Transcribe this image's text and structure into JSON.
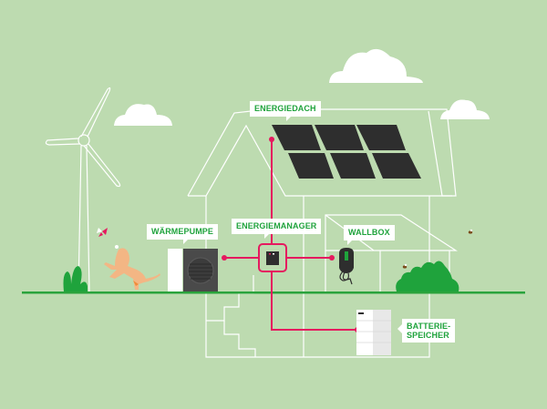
{
  "title": "Energy home system diagram",
  "colors": {
    "background": "#bddbb0",
    "outline": "#ffffff",
    "connection": "#e5195f",
    "ground": "#2aa33c",
    "panel": "#2e2e2e",
    "label_text": "#1fa33c"
  },
  "labels": {
    "energiedach": "ENERGIEDACH",
    "waermepumpe": "WÄRMEPUMPE",
    "energiemanager": "ENERGIEMANAGER",
    "wallbox": "WALLBOX",
    "batteriespeicher_line1": "BATTERIE-",
    "batteriespeicher_line2": "SPEICHER"
  },
  "components": [
    {
      "id": "energiedach",
      "icon": "solar-panel-icon",
      "panel_count": 6
    },
    {
      "id": "waermepumpe",
      "icon": "heat-pump-icon"
    },
    {
      "id": "energiemanager",
      "icon": "energy-manager-icon"
    },
    {
      "id": "wallbox",
      "icon": "wallbox-charger-icon"
    },
    {
      "id": "batteriespeicher",
      "icon": "battery-storage-icon"
    }
  ],
  "decorations": [
    "wind-turbine",
    "clouds",
    "dog",
    "butterfly",
    "bees",
    "bushes"
  ]
}
